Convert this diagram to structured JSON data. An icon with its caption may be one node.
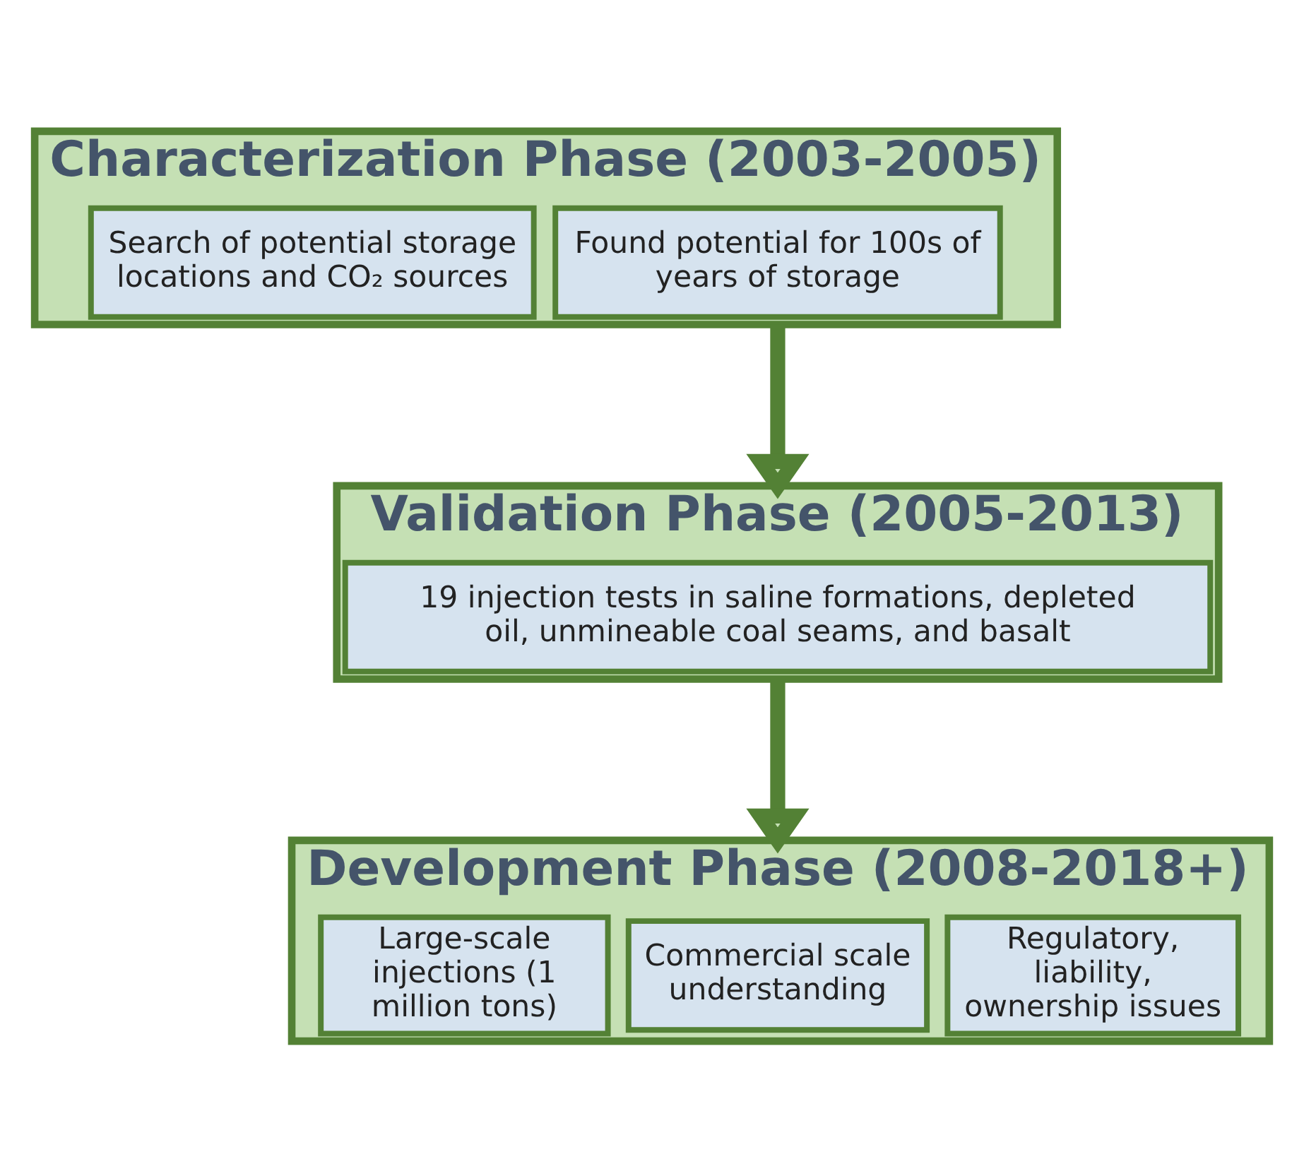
{
  "diagram": {
    "nodes": [
      {
        "text": [
          "Characterization Phase (2003-2005)"
        ]
      },
      {
        "text": [
          "Search of potential storage locations and CO₂ sources"
        ],
        "in": 0
      },
      {
        "text": [
          "Found potential for 100s of years of storage"
        ],
        "in": 0
      },
      {
        "text": [
          "Validation Phase (2005-2013)"
        ]
      },
      {
        "text": [
          "19 injection tests in saline formations, depleted oil, unmineable coal seams, and basalt"
        ],
        "in": 3
      },
      {
        "text": [
          "Development Phase (2008-2018+)"
        ]
      },
      {
        "text": [
          "Large-scale injections (1 million tons)"
        ],
        "in": 5
      },
      {
        "text": [
          "Commercial scale understanding"
        ],
        "in": 5
      },
      {
        "text": [
          "Regulatory, liability, ownership issues"
        ],
        "in": 5
      }
    ],
    "edges": [
      {
        "from": 0,
        "to": 3,
        "arrow": "to"
      },
      {
        "from": 3,
        "to": 5,
        "arrow": "to"
      }
    ]
  }
}
